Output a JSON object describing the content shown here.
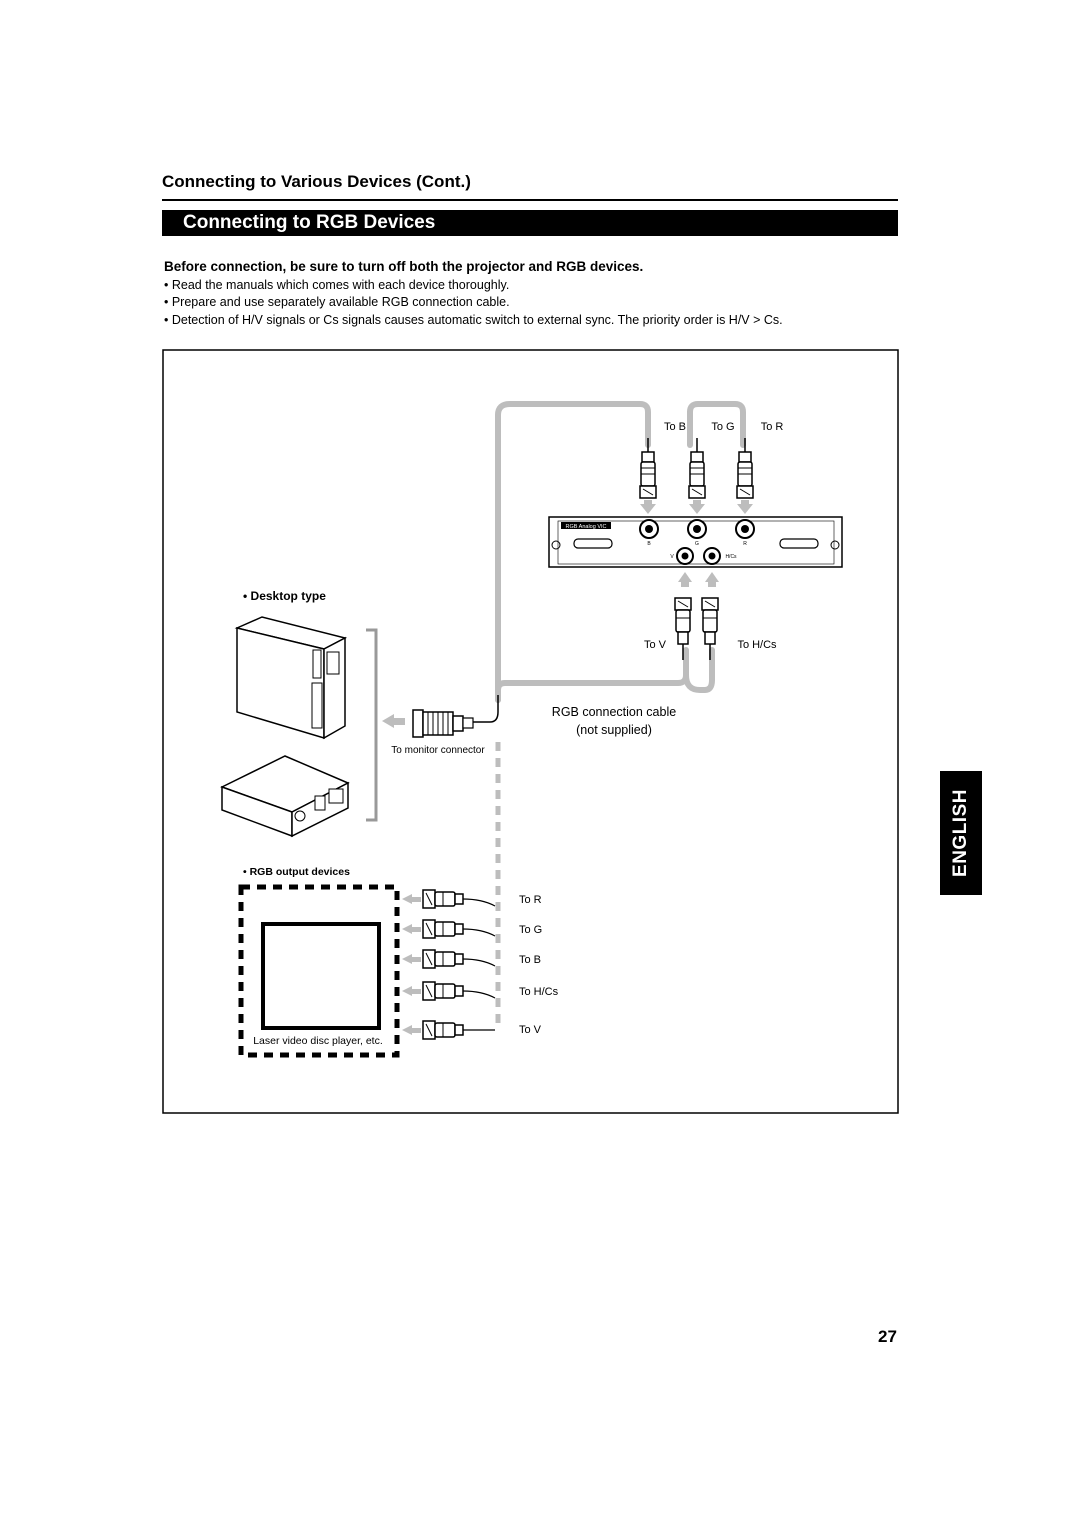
{
  "header": {
    "section_title": "Connecting to Various Devices (Cont.)",
    "title": "Connecting to RGB Devices"
  },
  "intro": {
    "warning": "Before connection, be sure to turn off both the projector and RGB devices.",
    "bullets": [
      "• Read the manuals which comes with each device thoroughly.",
      "• Prepare and use separately available RGB connection cable.",
      "• Detection of H/V signals or Cs signals causes automatic switch to external sync. The priority order is H/V > Cs."
    ]
  },
  "diagram": {
    "top_labels": {
      "to_b": "To B",
      "to_g": "To G",
      "to_r": "To R"
    },
    "board": {
      "name": "RGB Analog VIC",
      "jacks": {
        "b": "B",
        "g": "G",
        "r": "R",
        "v": "V",
        "hcs": "H/Cs"
      }
    },
    "bottom_labels": {
      "to_v": "To V",
      "to_hcs": "To H/Cs"
    },
    "cable_label_1": "RGB connection cable",
    "cable_label_2": "(not supplied)",
    "desktop_label": "• Desktop type",
    "monitor_connector": "To monitor connector",
    "rgb_output_label": "• RGB output devices",
    "laser_label": "Laser video disc player, etc.",
    "output_labels": [
      "To R",
      "To G",
      "To B",
      "To H/Cs",
      "To V"
    ]
  },
  "side_tab": {
    "label": "ENGLISH"
  },
  "page_number": "27"
}
